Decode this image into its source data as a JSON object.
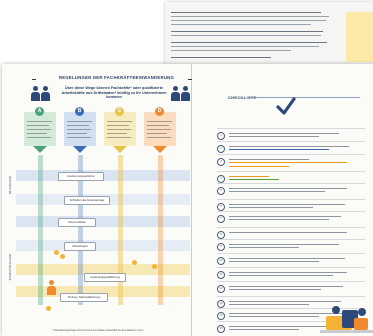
{
  "poster": {
    "header": "REGELUNGEN DER FACHKRÄFTEEINWANDERUNG",
    "subtitle": "Über diese Wege können Fachkräfte* oder qualifizierte Arbeitskräfte aus Drittstaaten* künftig zu Ihr Unternehmen kommen",
    "columns": [
      {
        "badge": "A",
        "color": "#4aa37a"
      },
      {
        "badge": "B",
        "color": "#3a6fb8"
      },
      {
        "badge": "C",
        "color": "#e8c445"
      },
      {
        "badge": "D",
        "color": "#f08a2c"
      }
    ],
    "steps": [
      "Anerkennungsverfahren",
      "Schließen des Arbeitsvertrags",
      "Visumverfahren",
      "Arbeitsbeginn",
      "Anpassungsqualifizierung",
      "Prüfung / Nachqualifizierung"
    ],
    "vertical_labels": [
      "IM AUSLAND",
      "IN DEUTSCHLAND"
    ],
    "footer": "* Drittstaatsangehörige sind Personen aus Staaten außerhalb der Europäischen Union"
  },
  "checklist": {
    "title": "CHECKLISTE",
    "items": [
      "1",
      "2",
      "3",
      "4",
      "5",
      "6",
      "7",
      "8",
      "9",
      "10",
      "11",
      "12",
      "13",
      "14",
      "15",
      "16"
    ]
  },
  "colors": {
    "navy": "#1f3a5f",
    "green": "#4aa37a",
    "blue": "#3a6fb8",
    "yellow": "#e8c445",
    "orange": "#f08a2c",
    "band_light": "#dbe4f1",
    "band_yellow": "#f7e9b6"
  },
  "icons": [
    "person-icon",
    "coin-icon",
    "checkmark-icon",
    "document-icon",
    "handshake-icon"
  ]
}
